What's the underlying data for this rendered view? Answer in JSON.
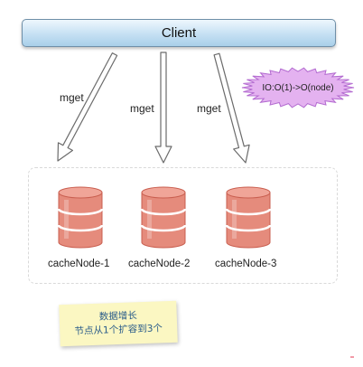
{
  "client": {
    "label": "Client"
  },
  "edges": [
    {
      "label": "mget",
      "target": "cacheNode-1"
    },
    {
      "label": "mget",
      "target": "cacheNode-2"
    },
    {
      "label": "mget",
      "target": "cacheNode-3"
    }
  ],
  "badge": {
    "text": "IO:O(1)->O(node)"
  },
  "nodes": [
    {
      "label": "cacheNode-1"
    },
    {
      "label": "cacheNode-2"
    },
    {
      "label": "cacheNode-3"
    }
  ],
  "note": {
    "line1": "数据增长",
    "line2": "节点从1个扩容到3个"
  },
  "colors": {
    "client_fill": "#c5e0f3",
    "cylinder": "#e58b7c",
    "cylinder_dark": "#c95f50",
    "badge_fill": "#e4b2f0",
    "note_fill": "#fbf7c2",
    "note_text": "#2a5c8a"
  }
}
